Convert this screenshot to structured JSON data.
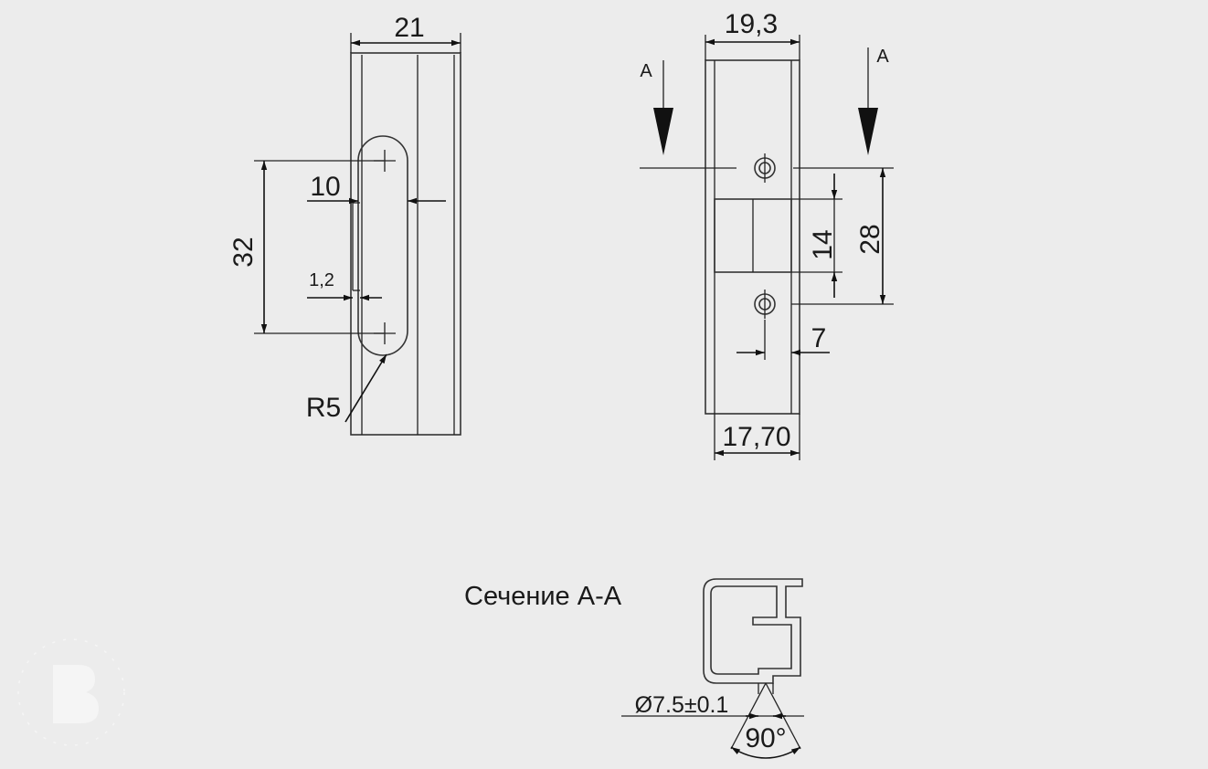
{
  "front_view": {
    "width": "21",
    "slot_spacing": "32",
    "slot_width": "10",
    "offset": "1,2",
    "radius": "R5"
  },
  "side_view": {
    "section_mark_left": "A",
    "section_mark_right": "A",
    "width_top": "19,3",
    "hole_distance": "28",
    "insert_height": "14",
    "hole_offset": "7",
    "width_bottom": "17,70"
  },
  "section": {
    "title": "Сечение A-A",
    "hole_diameter": "Ø7.5±0.1",
    "angle": "90°"
  },
  "colors": {
    "background": "#ececec",
    "lines": "#1a1a1a"
  }
}
